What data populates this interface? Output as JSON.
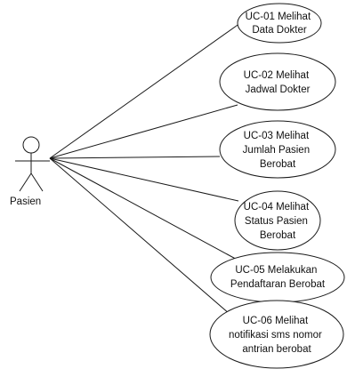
{
  "actor": {
    "name": "Pasien"
  },
  "use_cases": [
    {
      "lines": [
        "UC-01 Melihat",
        "Data Dokter"
      ]
    },
    {
      "lines": [
        "UC-02 Melihat",
        "Jadwal Dokter"
      ]
    },
    {
      "lines": [
        "UC-03 Melihat",
        "Jumlah Pasien",
        "Berobat"
      ]
    },
    {
      "lines": [
        "UC-04 Melihat",
        "Status Pasien",
        "Berobat"
      ]
    },
    {
      "lines": [
        "UC-05 Melakukan",
        "Pendaftaran Berobat"
      ]
    },
    {
      "lines": [
        "UC-06 Melihat",
        "notifikasi sms nomor",
        "antrian berobat"
      ]
    }
  ]
}
